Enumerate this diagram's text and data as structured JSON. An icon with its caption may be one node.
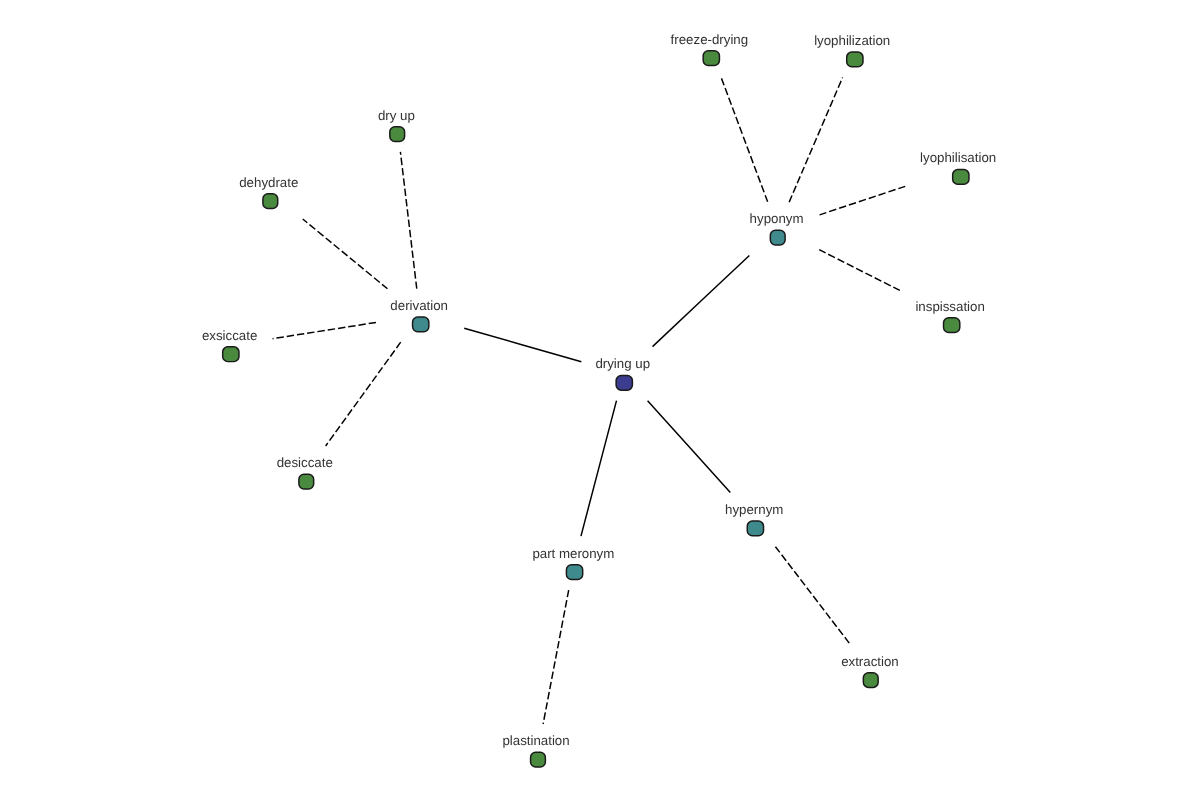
{
  "diagram": {
    "nodes": [
      {
        "text": [
          "drying up"
        ]
      },
      {
        "text": [
          "derivation"
        ]
      },
      {
        "text": [
          "desiccate"
        ]
      },
      {
        "text": [
          "dehydrate"
        ]
      },
      {
        "text": [
          "dry up"
        ]
      },
      {
        "text": [
          "exsiccate"
        ]
      },
      {
        "text": [
          "plastination"
        ]
      },
      {
        "text": [
          "part meronym"
        ]
      },
      {
        "text": [
          "hypernym"
        ]
      },
      {
        "text": [
          "extraction"
        ]
      },
      {
        "text": [
          "hyponym"
        ]
      },
      {
        "text": [
          "freeze-drying"
        ]
      },
      {
        "text": [
          "inspissation"
        ]
      },
      {
        "text": [
          "lyophilisation"
        ]
      },
      {
        "text": [
          "lyophilization"
        ]
      }
    ],
    "edges": [
      {
        "from": 0,
        "to": 1,
        "arrow": "none"
      },
      {
        "from": 0,
        "to": 7,
        "arrow": "none"
      },
      {
        "from": 0,
        "to": 8,
        "arrow": "none"
      },
      {
        "from": 0,
        "to": 10,
        "arrow": "none"
      },
      {
        "from": 1,
        "to": 2,
        "arrow": "none",
        "style": "dashed"
      },
      {
        "from": 1,
        "to": 3,
        "arrow": "none",
        "style": "dashed"
      },
      {
        "from": 1,
        "to": 4,
        "arrow": "none",
        "style": "dashed"
      },
      {
        "from": 1,
        "to": 5,
        "arrow": "none",
        "style": "dashed"
      },
      {
        "from": 7,
        "to": 6,
        "arrow": "none",
        "style": "dashed"
      },
      {
        "from": 8,
        "to": 9,
        "arrow": "none",
        "style": "dashed"
      },
      {
        "from": 10,
        "to": 11,
        "arrow": "none",
        "style": "dashed"
      },
      {
        "from": 10,
        "to": 12,
        "arrow": "none",
        "style": "dashed"
      },
      {
        "from": 10,
        "to": 13,
        "arrow": "none",
        "style": "dashed"
      },
      {
        "from": 10,
        "to": 14,
        "arrow": "none",
        "style": "dashed"
      }
    ]
  }
}
